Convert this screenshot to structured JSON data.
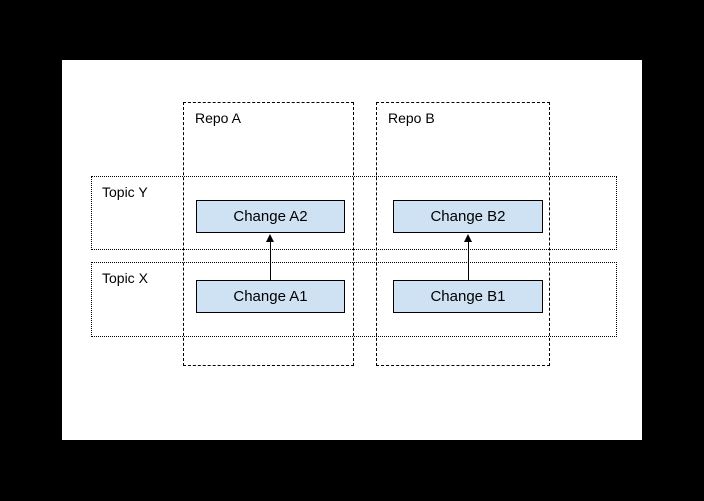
{
  "page": {
    "background_color": "#000000",
    "canvas_color": "#ffffff"
  },
  "diagram": {
    "repos": {
      "a": {
        "label": "Repo A"
      },
      "b": {
        "label": "Repo B"
      }
    },
    "topics": {
      "y": {
        "label": "Topic Y"
      },
      "x": {
        "label": "Topic X"
      }
    },
    "changes": {
      "a1": {
        "label": "Change A1"
      },
      "a2": {
        "label": "Change A2"
      },
      "b1": {
        "label": "Change B1"
      },
      "b2": {
        "label": "Change B2"
      }
    },
    "arrows": [
      {
        "from": "Change A1",
        "to": "Change A2",
        "direction": "up"
      },
      {
        "from": "Change B1",
        "to": "Change B2",
        "direction": "up"
      }
    ],
    "colors": {
      "change_fill": "#cfe2f3",
      "change_border": "#000000",
      "repo_border": "#000000",
      "topic_border": "#000000",
      "arrow": "#000000",
      "text": "#000000"
    }
  }
}
